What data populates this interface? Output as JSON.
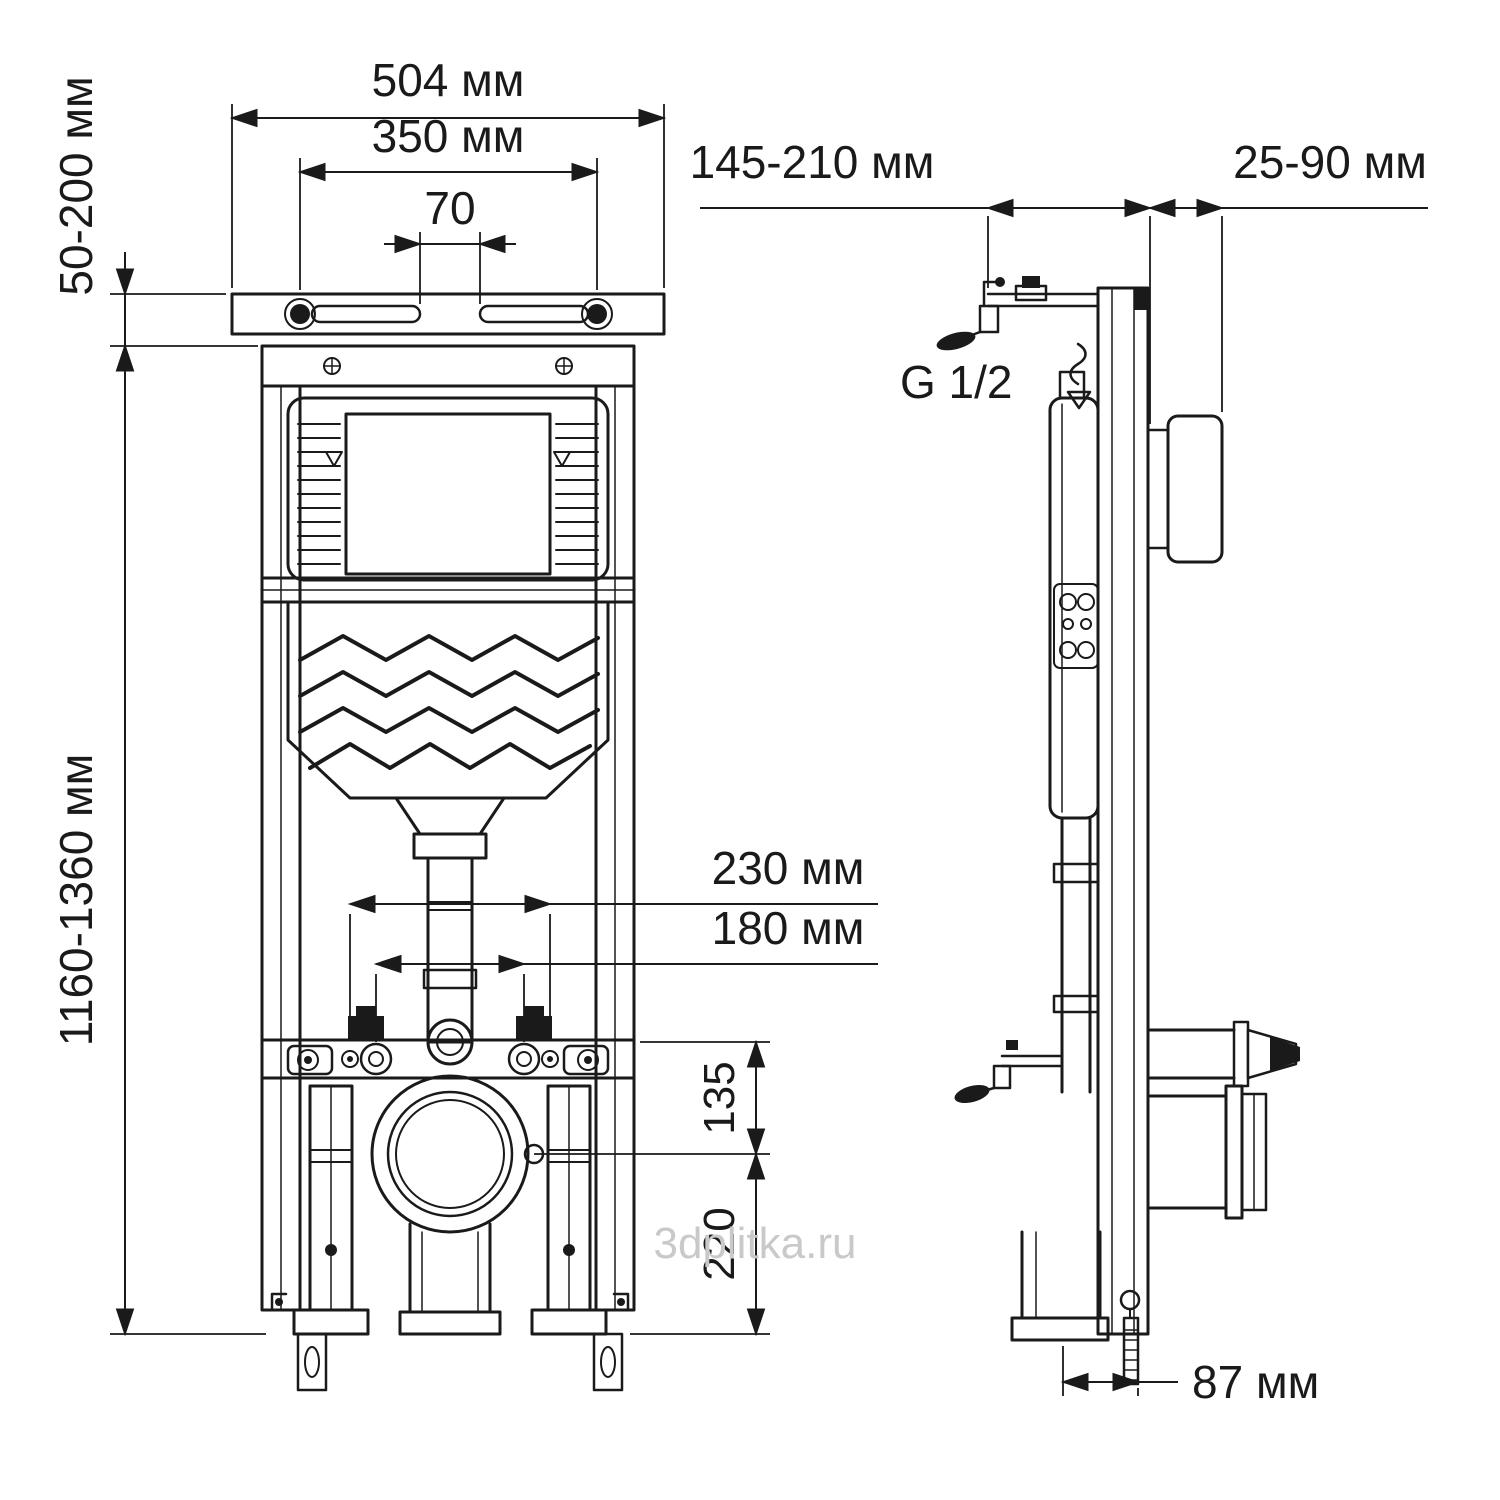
{
  "watermark": "3dplitka.ru",
  "front_view": {
    "dim_width_outer": "504 мм",
    "dim_width_mount": "350 мм",
    "dim_slot_gap": "70",
    "dim_top_offset": "50-200 мм",
    "dim_height": "1160-1360 мм",
    "dim_fix_outer": "230 мм",
    "dim_fix_inner": "180 мм",
    "dim_outlet_to_fix": "135",
    "dim_outlet_height": "220"
  },
  "side_view": {
    "dim_depth": "145-210 мм",
    "dim_button_depth": "25-90 мм",
    "inlet_thread": "G 1/2",
    "dim_outlet_offset": "87 мм"
  },
  "colors": {
    "line": "#1a1a1a",
    "watermark": "#c9c9c9"
  }
}
